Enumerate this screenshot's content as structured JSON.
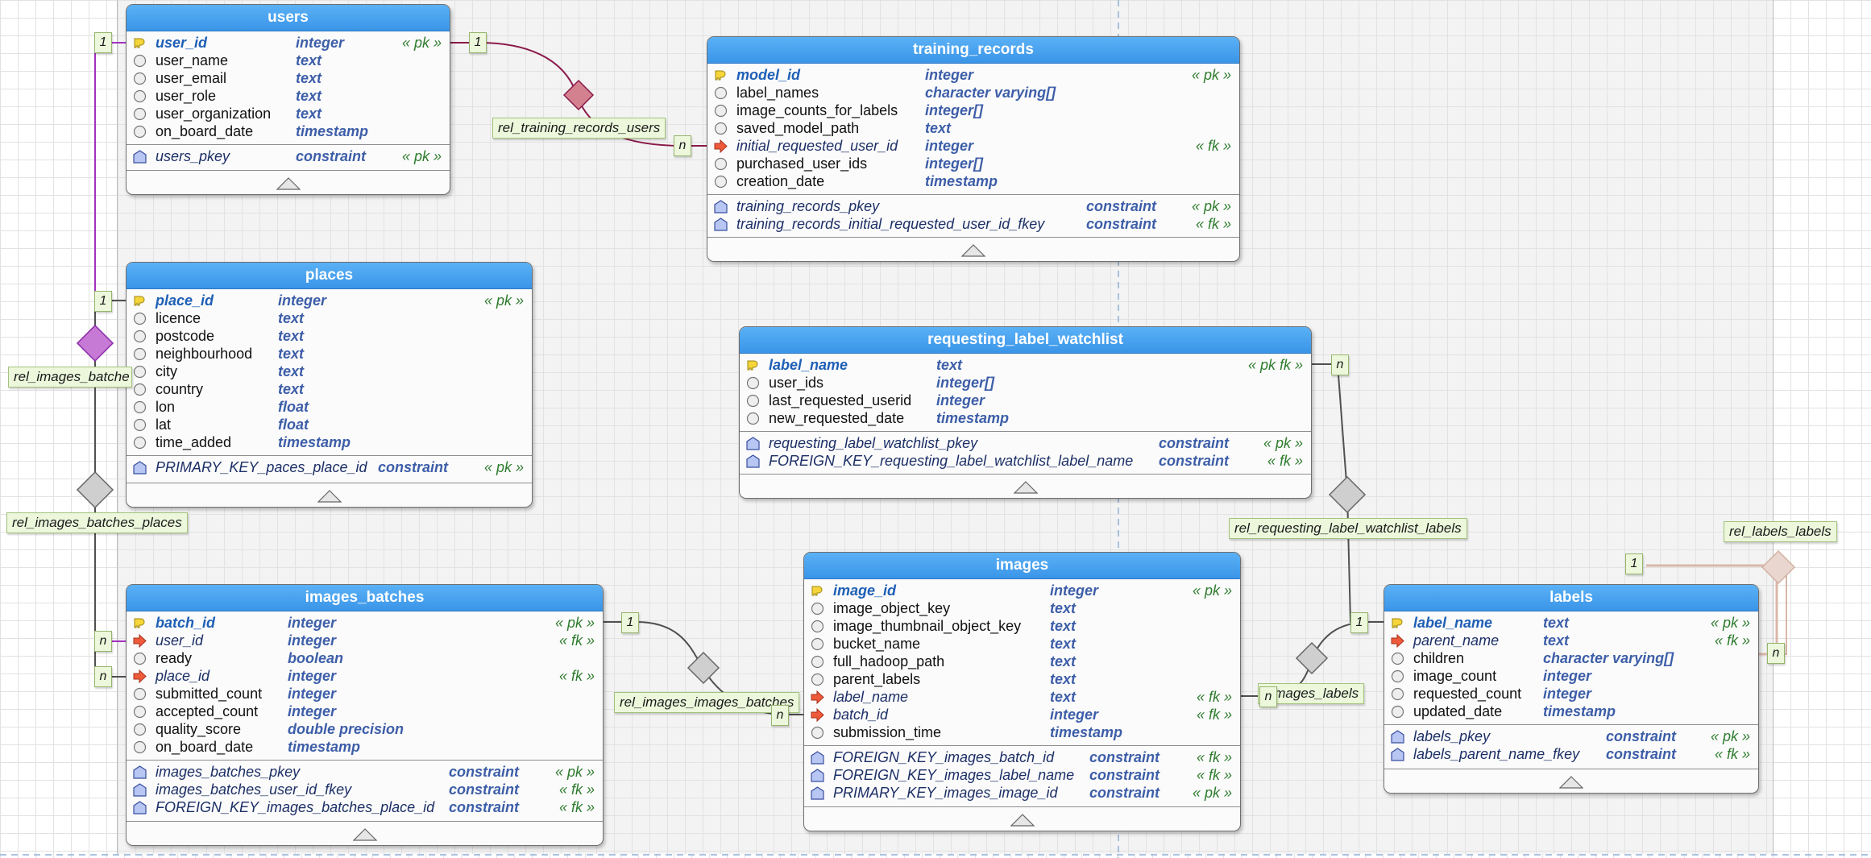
{
  "tables": {
    "users": {
      "title": "users",
      "columns": [
        {
          "name": "user_id",
          "type": "integer",
          "badge": "« pk »",
          "kind": "pk"
        },
        {
          "name": "user_name",
          "type": "text",
          "badge": "",
          "kind": "col"
        },
        {
          "name": "user_email",
          "type": "text",
          "badge": "",
          "kind": "col"
        },
        {
          "name": "user_role",
          "type": "text",
          "badge": "",
          "kind": "col"
        },
        {
          "name": "user_organization",
          "type": "text",
          "badge": "",
          "kind": "col"
        },
        {
          "name": "on_board_date",
          "type": "timestamp",
          "badge": "",
          "kind": "col"
        }
      ],
      "constraints": [
        {
          "name": "users_pkey",
          "type": "constraint",
          "badge": "« pk »"
        }
      ]
    },
    "places": {
      "title": "places",
      "columns": [
        {
          "name": "place_id",
          "type": "integer",
          "badge": "« pk »",
          "kind": "pk"
        },
        {
          "name": "licence",
          "type": "text",
          "badge": "",
          "kind": "col"
        },
        {
          "name": "postcode",
          "type": "text",
          "badge": "",
          "kind": "col"
        },
        {
          "name": "neighbourhood",
          "type": "text",
          "badge": "",
          "kind": "col"
        },
        {
          "name": "city",
          "type": "text",
          "badge": "",
          "kind": "col"
        },
        {
          "name": "country",
          "type": "text",
          "badge": "",
          "kind": "col"
        },
        {
          "name": "lon",
          "type": "float",
          "badge": "",
          "kind": "col"
        },
        {
          "name": "lat",
          "type": "float",
          "badge": "",
          "kind": "col"
        },
        {
          "name": "time_added",
          "type": "timestamp",
          "badge": "",
          "kind": "col"
        }
      ],
      "constraints": [
        {
          "name": "PRIMARY_KEY_paces_place_id",
          "type": "constraint",
          "badge": "« pk »"
        }
      ]
    },
    "training_records": {
      "title": "training_records",
      "columns": [
        {
          "name": "model_id",
          "type": "integer",
          "badge": "« pk »",
          "kind": "pk"
        },
        {
          "name": "label_names",
          "type": "character varying[]",
          "badge": "",
          "kind": "col"
        },
        {
          "name": "image_counts_for_labels",
          "type": "integer[]",
          "badge": "",
          "kind": "col"
        },
        {
          "name": "saved_model_path",
          "type": "text",
          "badge": "",
          "kind": "col"
        },
        {
          "name": "initial_requested_user_id",
          "type": "integer",
          "badge": "« fk »",
          "kind": "fk"
        },
        {
          "name": "purchased_user_ids",
          "type": "integer[]",
          "badge": "",
          "kind": "col"
        },
        {
          "name": "creation_date",
          "type": "timestamp",
          "badge": "",
          "kind": "col"
        }
      ],
      "constraints": [
        {
          "name": "training_records_pkey",
          "type": "constraint",
          "badge": "« pk »"
        },
        {
          "name": "training_records_initial_requested_user_id_fkey",
          "type": "constraint",
          "badge": "« fk »"
        }
      ]
    },
    "requesting_label_watchlist": {
      "title": "requesting_label_watchlist",
      "columns": [
        {
          "name": "label_name",
          "type": "text",
          "badge": "« pk fk »",
          "kind": "pk"
        },
        {
          "name": "user_ids",
          "type": "integer[]",
          "badge": "",
          "kind": "col"
        },
        {
          "name": "last_requested_userid",
          "type": "integer",
          "badge": "",
          "kind": "col"
        },
        {
          "name": "new_requested_date",
          "type": "timestamp",
          "badge": "",
          "kind": "col"
        }
      ],
      "constraints": [
        {
          "name": "requesting_label_watchlist_pkey",
          "type": "constraint",
          "badge": "« pk »"
        },
        {
          "name": "FOREIGN_KEY_requesting_label_watchlist_label_name",
          "type": "constraint",
          "badge": "« fk »"
        }
      ]
    },
    "images_batches": {
      "title": "images_batches",
      "columns": [
        {
          "name": "batch_id",
          "type": "integer",
          "badge": "« pk »",
          "kind": "pk"
        },
        {
          "name": "user_id",
          "type": "integer",
          "badge": "« fk »",
          "kind": "fk"
        },
        {
          "name": "ready",
          "type": "boolean",
          "badge": "",
          "kind": "col"
        },
        {
          "name": "place_id",
          "type": "integer",
          "badge": "« fk »",
          "kind": "fk"
        },
        {
          "name": "submitted_count",
          "type": "integer",
          "badge": "",
          "kind": "col"
        },
        {
          "name": "accepted_count",
          "type": "integer",
          "badge": "",
          "kind": "col"
        },
        {
          "name": "quality_score",
          "type": "double precision",
          "badge": "",
          "kind": "col"
        },
        {
          "name": "on_board_date",
          "type": "timestamp",
          "badge": "",
          "kind": "col"
        }
      ],
      "constraints": [
        {
          "name": "images_batches_pkey",
          "type": "constraint",
          "badge": "« pk »"
        },
        {
          "name": "images_batches_user_id_fkey",
          "type": "constraint",
          "badge": "« fk »"
        },
        {
          "name": "FOREIGN_KEY_images_batches_place_id",
          "type": "constraint",
          "badge": "« fk »"
        }
      ]
    },
    "images": {
      "title": "images",
      "columns": [
        {
          "name": "image_id",
          "type": "integer",
          "badge": "« pk »",
          "kind": "pk"
        },
        {
          "name": "image_object_key",
          "type": "text",
          "badge": "",
          "kind": "col"
        },
        {
          "name": "image_thumbnail_object_key",
          "type": "text",
          "badge": "",
          "kind": "col"
        },
        {
          "name": "bucket_name",
          "type": "text",
          "badge": "",
          "kind": "col"
        },
        {
          "name": "full_hadoop_path",
          "type": "text",
          "badge": "",
          "kind": "col"
        },
        {
          "name": "parent_labels",
          "type": "text",
          "badge": "",
          "kind": "col"
        },
        {
          "name": "label_name",
          "type": "text",
          "badge": "« fk »",
          "kind": "fk"
        },
        {
          "name": "batch_id",
          "type": "integer",
          "badge": "« fk »",
          "kind": "fk"
        },
        {
          "name": "submission_time",
          "type": "timestamp",
          "badge": "",
          "kind": "col"
        }
      ],
      "constraints": [
        {
          "name": "FOREIGN_KEY_images_batch_id",
          "type": "constraint",
          "badge": "« fk »"
        },
        {
          "name": "FOREIGN_KEY_images_label_name",
          "type": "constraint",
          "badge": "« fk »"
        },
        {
          "name": "PRIMARY_KEY_images_image_id",
          "type": "constraint",
          "badge": "« pk »"
        }
      ]
    },
    "labels": {
      "title": "labels",
      "columns": [
        {
          "name": "label_name",
          "type": "text",
          "badge": "« pk »",
          "kind": "pk"
        },
        {
          "name": "parent_name",
          "type": "text",
          "badge": "« fk »",
          "kind": "fk"
        },
        {
          "name": "children",
          "type": "character varying[]",
          "badge": "",
          "kind": "col"
        },
        {
          "name": "image_count",
          "type": "integer",
          "badge": "",
          "kind": "col"
        },
        {
          "name": "requested_count",
          "type": "integer",
          "badge": "",
          "kind": "col"
        },
        {
          "name": "updated_date",
          "type": "timestamp",
          "badge": "",
          "kind": "col"
        }
      ],
      "constraints": [
        {
          "name": "labels_pkey",
          "type": "constraint",
          "badge": "« pk »"
        },
        {
          "name": "labels_parent_name_fkey",
          "type": "constraint",
          "badge": "« fk »"
        }
      ]
    }
  },
  "relations": {
    "rel_training_records_users": "rel_training_records_users",
    "rel_images_batches_users": "rel_images_batche",
    "rel_images_batches_places": "rel_images_batches_places",
    "rel_requesting_label_watchlist_labels": "rel_requesting_label_watchlist_labels",
    "rel_labels_labels": "rel_labels_labels",
    "rel_images_images_batches": "rel_images_images_batches",
    "rel_images_labels": "_images_labels"
  },
  "cardinality": {
    "one": "1",
    "many": "n"
  },
  "colors": {
    "header": "#3b95e8",
    "users_rel": "#8a1a4a",
    "batches_users_rel": "#a330c0",
    "generic_rel": "#555555",
    "labels_self_rel": "#d9b7a9"
  }
}
